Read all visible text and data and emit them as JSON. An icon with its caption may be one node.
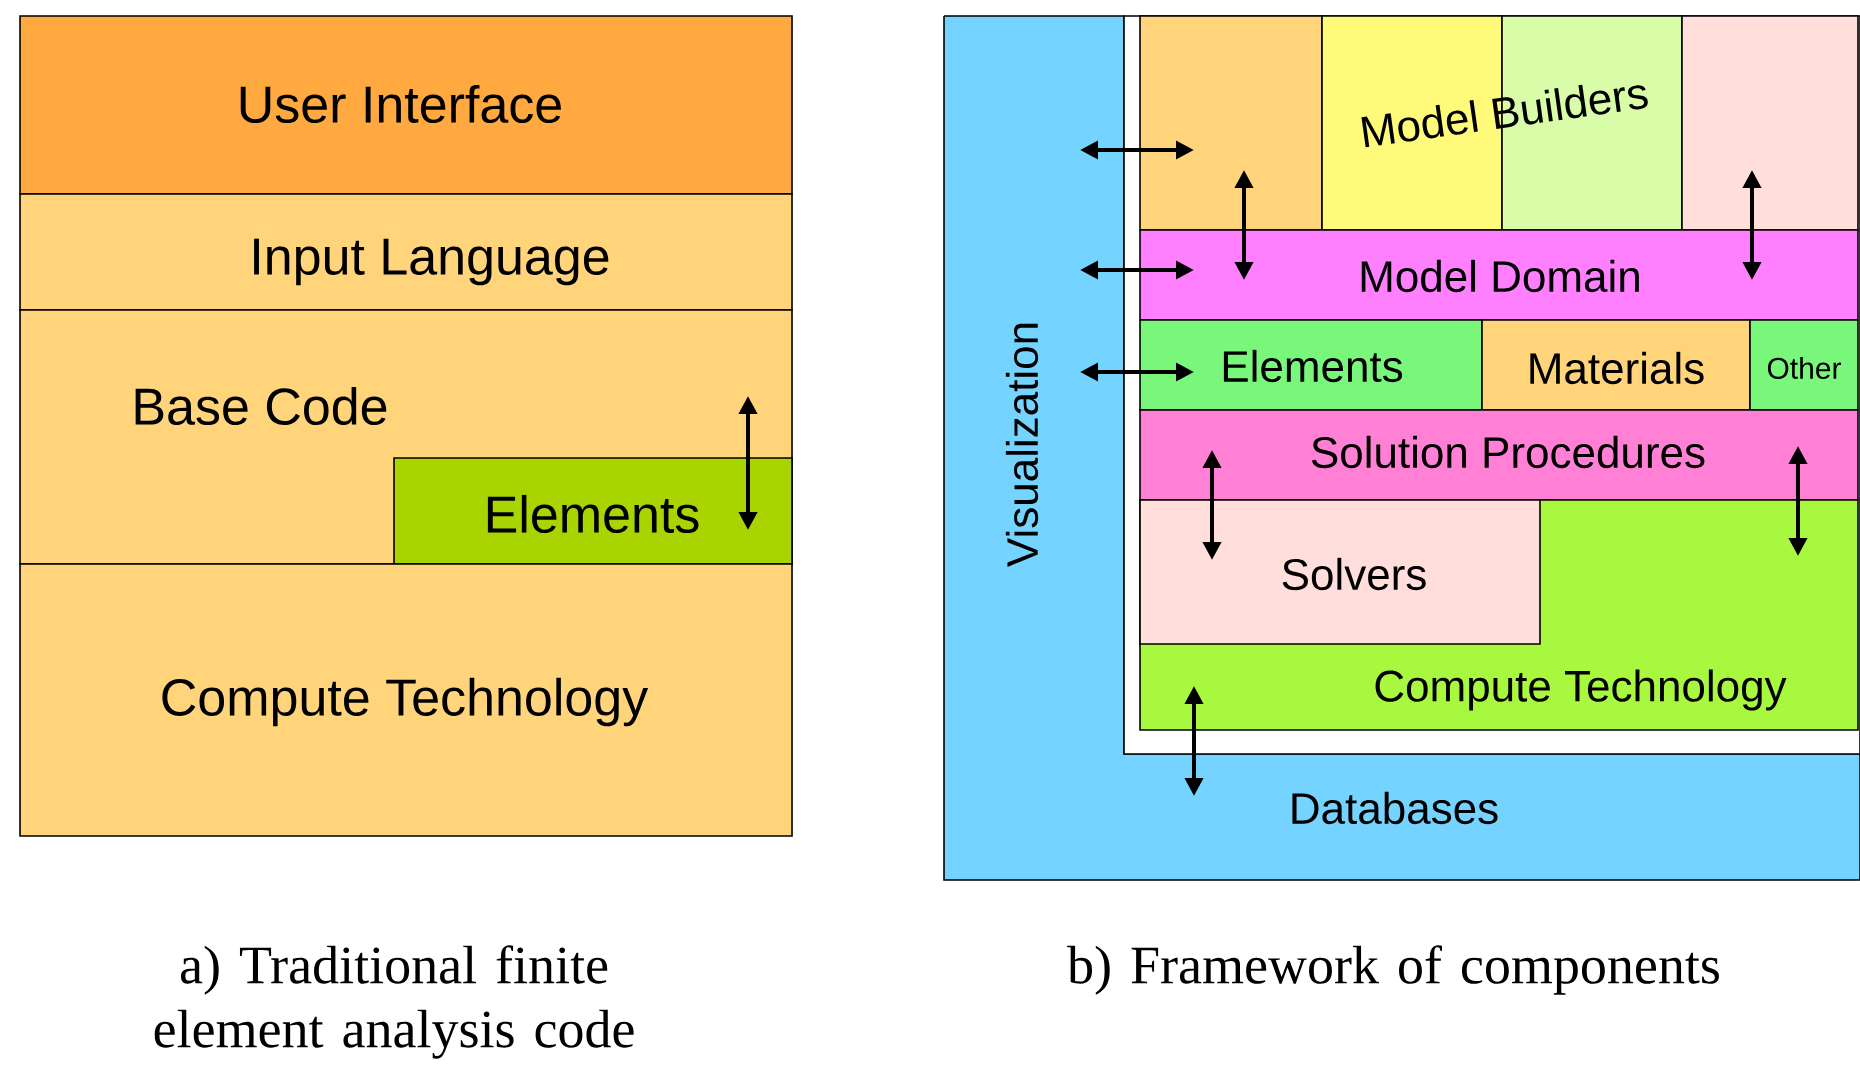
{
  "diagram": {
    "nodes": [
      {
        "text": [
          "User Interface"
        ]
      },
      {
        "text": [
          "Input Language"
        ]
      },
      {
        "text": [
          "Base Code"
        ]
      },
      {
        "text": [
          "Elements"
        ],
        "in": 2
      },
      {
        "text": [
          "Compute Technology"
        ]
      },
      {
        "text": [
          "Visualization"
        ]
      },
      {
        "text": [
          "Databases"
        ]
      },
      {
        "text": [],
        "shape": "box"
      },
      {
        "text": [
          "Model Builders"
        ],
        "in": 7
      },
      {
        "text": [],
        "shape": "box",
        "in": 7
      },
      {
        "text": [],
        "shape": "box",
        "in": 7
      },
      {
        "text": [],
        "shape": "box",
        "in": 7
      },
      {
        "text": [],
        "shape": "box",
        "in": 7
      },
      {
        "text": [
          "Model Domain"
        ],
        "in": 7
      },
      {
        "text": [
          "Elements"
        ],
        "in": 7
      },
      {
        "text": [
          "Materials"
        ],
        "in": 7
      },
      {
        "text": [
          "Other"
        ],
        "in": 7
      },
      {
        "text": [
          "Solution Procedures"
        ],
        "in": 7
      },
      {
        "text": [
          "Compute Technology"
        ],
        "in": 7
      },
      {
        "text": [
          "Solvers"
        ],
        "in": 18
      }
    ],
    "edges": [
      {
        "from": 2,
        "to": 3,
        "arrow": "both"
      },
      {
        "from": 5,
        "to": 9,
        "arrow": "both"
      },
      {
        "from": 5,
        "to": 13,
        "arrow": "both"
      },
      {
        "from": 5,
        "to": 14,
        "arrow": "both"
      },
      {
        "from": 9,
        "to": 13,
        "arrow": "both"
      },
      {
        "from": 12,
        "to": 13,
        "arrow": "both"
      },
      {
        "from": 17,
        "to": 19,
        "arrow": "both"
      },
      {
        "from": 17,
        "to": 18,
        "arrow": "both"
      },
      {
        "from": 18,
        "to": 6,
        "arrow": "both"
      }
    ],
    "labels": [
      "a) Traditional finite element analysis code",
      "b) Framework of components"
    ]
  }
}
